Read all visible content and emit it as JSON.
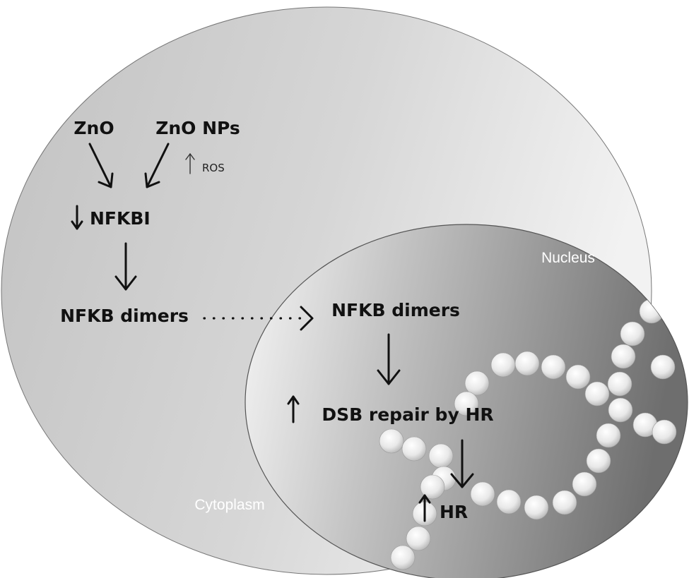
{
  "labels": {
    "zno": "ZnO",
    "zno_nps": "ZnO NPs",
    "ros": "ROS",
    "nfkbi": "NFKBI",
    "nfkb_dimers_cytoplasm": "NFKB dimers",
    "nfkb_dimers_nucleus": "NFKB dimers",
    "dsb_repair": "DSB repair by HR",
    "hr": "HR",
    "nucleus": "Nucleus",
    "cytoplasm": "Cytoplasm"
  },
  "colors": {
    "cell_fill": "#c8c8c8",
    "cell_highlight": "#eeeeee",
    "nucleus_light": "#f4f4f4",
    "nucleus_dark": "#7a7a7a",
    "bead": "#e6e6e6",
    "text": "#111111",
    "region_label": "#ffffff"
  }
}
